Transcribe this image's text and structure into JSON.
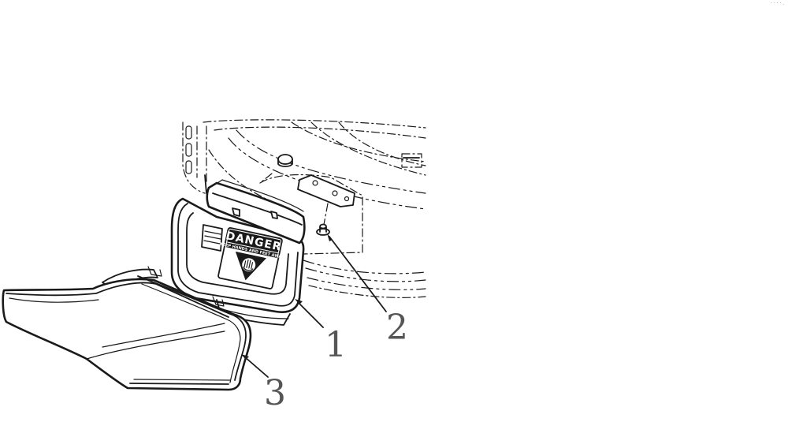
{
  "diagram": {
    "callouts": [
      {
        "id": "1",
        "label": "1"
      },
      {
        "id": "2",
        "label": "2"
      },
      {
        "id": "3",
        "label": "3"
      }
    ],
    "decal": {
      "title": "DANGER",
      "subtitle": "KEEP HANDS AND FEET AWAY"
    },
    "corner_mark": "· · · ·  ."
  }
}
